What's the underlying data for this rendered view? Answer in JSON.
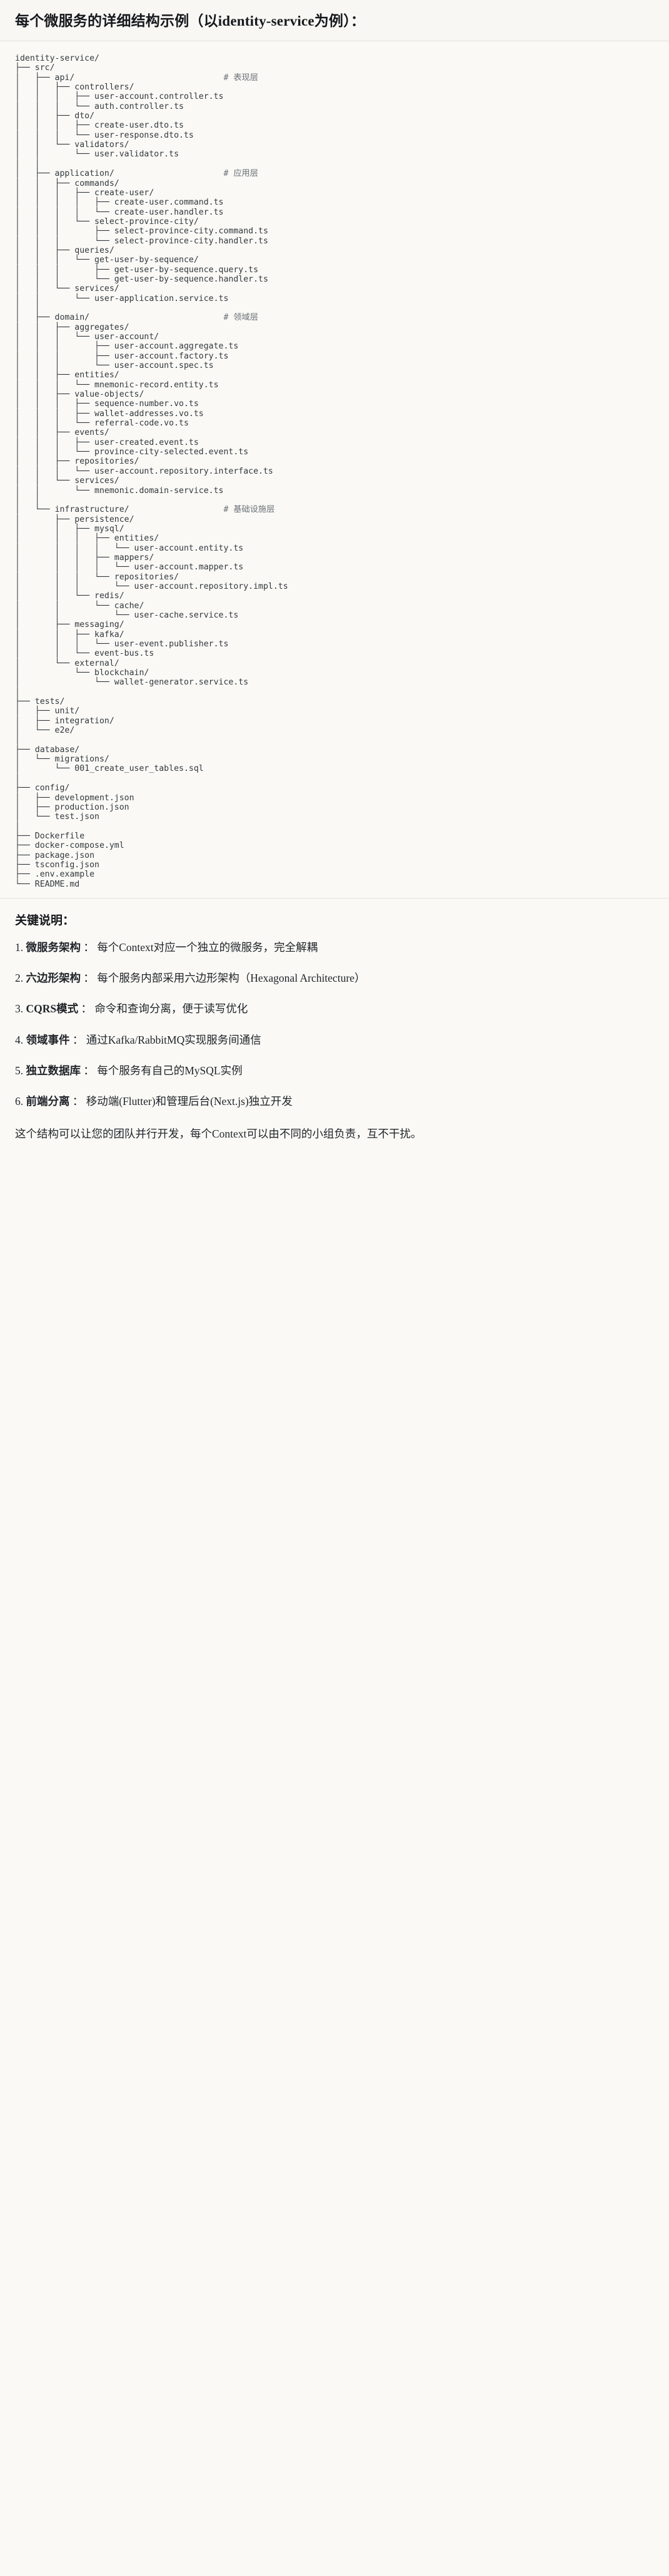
{
  "header": {
    "title": "每个微服务的详细结构示例（以identity-service为例）："
  },
  "tree": {
    "root_label": "identity-service/",
    "comments": {
      "api": "# 表现层",
      "application": "# 应用层",
      "domain": "# 领域层",
      "infrastructure": "# 基础设施层"
    },
    "text": "identity-service/\n├── src/\n│   ├── api/                              # 表现层\n│   │   ├── controllers/\n│   │   │   ├── user-account.controller.ts\n│   │   │   └── auth.controller.ts\n│   │   ├── dto/\n│   │   │   ├── create-user.dto.ts\n│   │   │   └── user-response.dto.ts\n│   │   └── validators/\n│   │       └── user.validator.ts\n│   │\n│   ├── application/                      # 应用层\n│   │   ├── commands/\n│   │   │   ├── create-user/\n│   │   │   │   ├── create-user.command.ts\n│   │   │   │   └── create-user.handler.ts\n│   │   │   └── select-province-city/\n│   │   │       ├── select-province-city.command.ts\n│   │   │       └── select-province-city.handler.ts\n│   │   ├── queries/\n│   │   │   └── get-user-by-sequence/\n│   │   │       ├── get-user-by-sequence.query.ts\n│   │   │       └── get-user-by-sequence.handler.ts\n│   │   └── services/\n│   │       └── user-application.service.ts\n│   │\n│   ├── domain/                           # 领域层\n│   │   ├── aggregates/\n│   │   │   └── user-account/\n│   │   │       ├── user-account.aggregate.ts\n│   │   │       ├── user-account.factory.ts\n│   │   │       └── user-account.spec.ts\n│   │   ├── entities/\n│   │   │   └── mnemonic-record.entity.ts\n│   │   ├── value-objects/\n│   │   │   ├── sequence-number.vo.ts\n│   │   │   ├── wallet-addresses.vo.ts\n│   │   │   └── referral-code.vo.ts\n│   │   ├── events/\n│   │   │   ├── user-created.event.ts\n│   │   │   └── province-city-selected.event.ts\n│   │   ├── repositories/\n│   │   │   └── user-account.repository.interface.ts\n│   │   └── services/\n│   │       └── mnemonic.domain-service.ts\n│   │\n│   └── infrastructure/                   # 基础设施层\n│       ├── persistence/\n│       │   ├── mysql/\n│       │   │   ├── entities/\n│       │   │   │   └── user-account.entity.ts\n│       │   │   ├── mappers/\n│       │   │   │   └── user-account.mapper.ts\n│       │   │   └── repositories/\n│       │   │       └── user-account.repository.impl.ts\n│       │   └── redis/\n│       │       └── cache/\n│       │           └── user-cache.service.ts\n│       ├── messaging/\n│       │   ├── kafka/\n│       │   │   └── user-event.publisher.ts\n│       │   └── event-bus.ts\n│       └── external/\n│           └── blockchain/\n│               └── wallet-generator.service.ts\n│\n├── tests/\n│   ├── unit/\n│   ├── integration/\n│   └── e2e/\n│\n├── database/\n│   └── migrations/\n│       └── 001_create_user_tables.sql\n│\n├── config/\n│   ├── development.json\n│   ├── production.json\n│   └── test.json\n│\n├── Dockerfile\n├── docker-compose.yml\n├── package.json\n├── tsconfig.json\n├── .env.example\n└── README.md"
  },
  "notes": {
    "title": "关键说明：",
    "items": [
      {
        "num": "1.",
        "label": "微服务架构",
        "sep": "：",
        "body": "每个Context对应一个独立的微服务，完全解耦"
      },
      {
        "num": "2.",
        "label": "六边形架构",
        "sep": "：",
        "body": "每个服务内部采用六边形架构（Hexagonal Architecture）"
      },
      {
        "num": "3.",
        "label": "CQRS模式",
        "sep": "：",
        "body": "命令和查询分离，便于读写优化"
      },
      {
        "num": "4.",
        "label": "领域事件",
        "sep": "：",
        "body": "通过Kafka/RabbitMQ实现服务间通信"
      },
      {
        "num": "5.",
        "label": "独立数据库",
        "sep": "：",
        "body": "每个服务有自己的MySQL实例"
      },
      {
        "num": "6.",
        "label": "前端分离",
        "sep": "：",
        "body": "移动端(Flutter)和管理后台(Next.js)独立开发"
      }
    ],
    "closing": "这个结构可以让您的团队并行开发，每个Context可以由不同的小组负责，互不干扰。"
  },
  "colors": {
    "page_background": "#faf9f6",
    "header_background": "#f8f7f4",
    "divider": "#e3e1dc",
    "code_text": "#33383d",
    "comment_text": "#6b7076",
    "body_text": "#1f2328"
  }
}
